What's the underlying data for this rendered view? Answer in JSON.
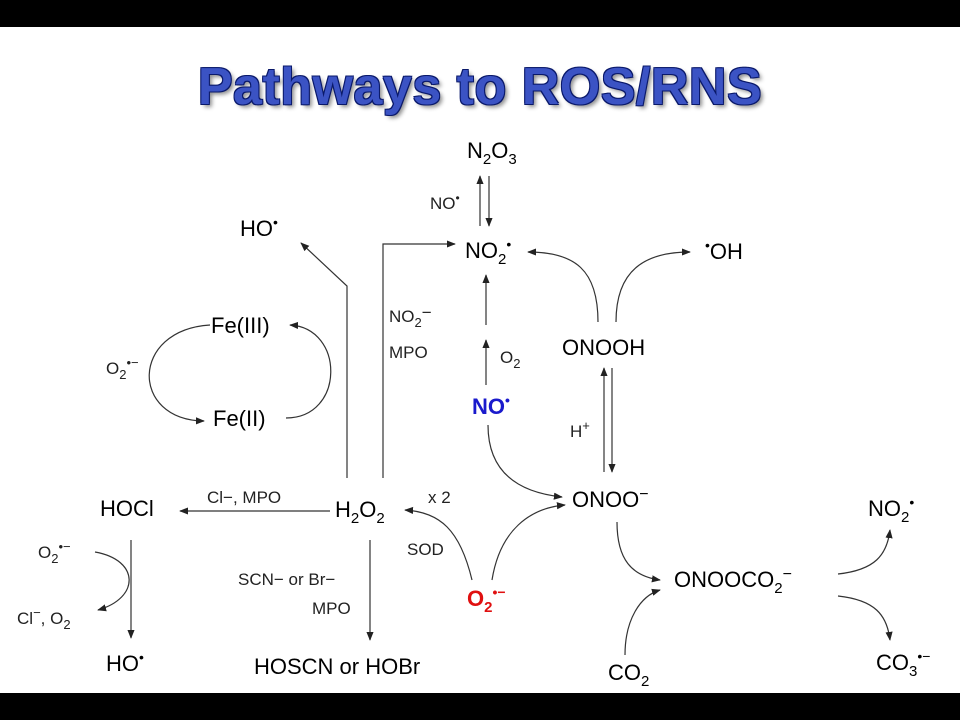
{
  "title": "Pathways to ROS/RNS",
  "colors": {
    "title": "#3b53c4",
    "no_radical": "#1a1acc",
    "superoxide": "#e01010",
    "frame": "#000000"
  },
  "nodes": {
    "n2o3": "N2O3",
    "no2_top": "NO2•",
    "no_blue": "NO•",
    "ho_top": "HO•",
    "fe3": "Fe(III)",
    "fe2": "Fe(II)",
    "h2o2": "H2O2",
    "hocl": "HOCl",
    "ho_bottom": "HO•",
    "hoscn": "HOSCN or HOBr",
    "o2_red": "O2•−",
    "onooh": "ONOOH",
    "oh_right": "•OH",
    "onoo": "ONOO−",
    "onooco2": "ONOOCO2−",
    "no2_right": "NO2•",
    "co3": "CO3•−",
    "co2": "CO2"
  },
  "labels": {
    "no_reagent": "NO•",
    "o2_left": "O2•−",
    "no2_minus": "NO2−",
    "mpo": "MPO",
    "o2": "O2",
    "h_plus": "H+",
    "cl_mpo": "Cl−, MPO",
    "x2": "x 2",
    "sod": "SOD",
    "o2_hocl": "O2•−",
    "cl_o2": "Cl−, O2",
    "scn_br": "SCN− or Br−",
    "mpo2": "MPO"
  }
}
